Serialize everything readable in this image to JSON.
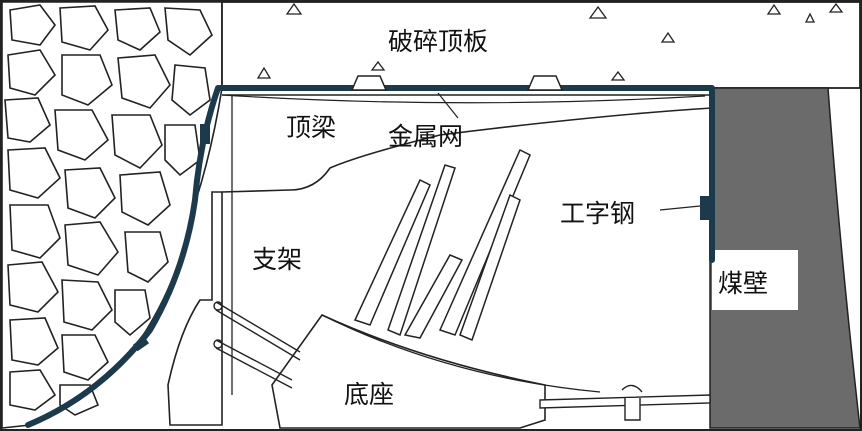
{
  "labels": {
    "broken_roof": "破碎顶板",
    "top_beam": "顶梁",
    "metal_mesh": "金属网",
    "i_beam": "工字钢",
    "support": "支架",
    "coal_wall": "煤壁",
    "base": "底座"
  },
  "colors": {
    "mesh": "#1d3a4c",
    "coal": "#6b6b6b",
    "outline": "#222222",
    "background": "#ffffff"
  }
}
